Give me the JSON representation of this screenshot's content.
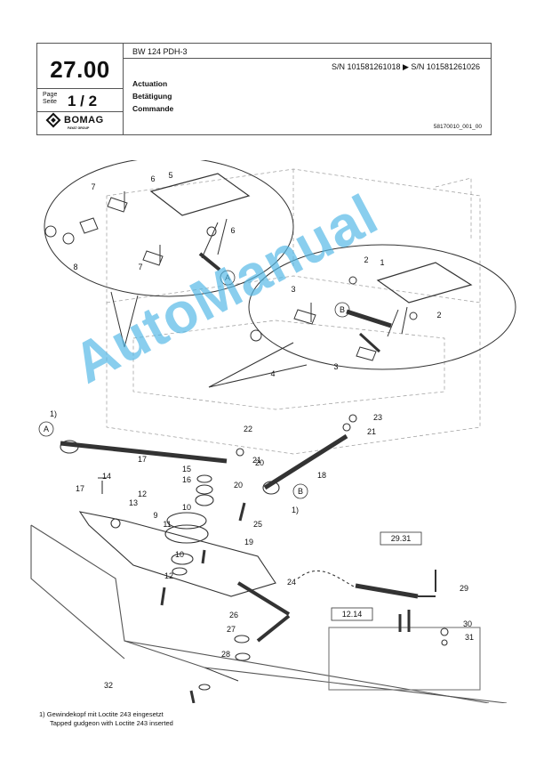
{
  "header": {
    "section_number": "27.00",
    "page_label_de": "Page",
    "page_label_en": "Seite",
    "page_number": "1 / 2",
    "logo_text": "BOMAG",
    "logo_sub": "FAYAT GROUP",
    "model": "BW 124 PDH-3",
    "serial_range": "S/N 101581261018 ▶ S/N 101581261026",
    "titles": [
      "Actuation",
      "Betätigung",
      "Commande"
    ],
    "drawing_id": "58170010_001_00"
  },
  "callouts": {
    "detail_a": "A",
    "detail_b": "B",
    "ref_a": "A",
    "ref_b": "B",
    "footnote_ref_1": "1)",
    "footnote_ref_2": "1)",
    "box_29_31": "29.31",
    "box_12_14": "12.14",
    "parts": [
      "1",
      "2",
      "2",
      "3",
      "3",
      "4",
      "5",
      "6",
      "6",
      "7",
      "7",
      "8",
      "9",
      "10",
      "10",
      "11",
      "12",
      "12",
      "13",
      "14",
      "15",
      "16",
      "17",
      "17",
      "18",
      "19",
      "20",
      "20",
      "21",
      "21",
      "22",
      "23",
      "24",
      "25",
      "26",
      "27",
      "28",
      "29",
      "30",
      "31",
      "32"
    ]
  },
  "footnote": {
    "line1": "1) Gewindekopf mit Loctite 243 eingesetzt",
    "line2": "Tapped gudgeon with Loctite 243 inserted"
  },
  "watermark": "AutoManual"
}
